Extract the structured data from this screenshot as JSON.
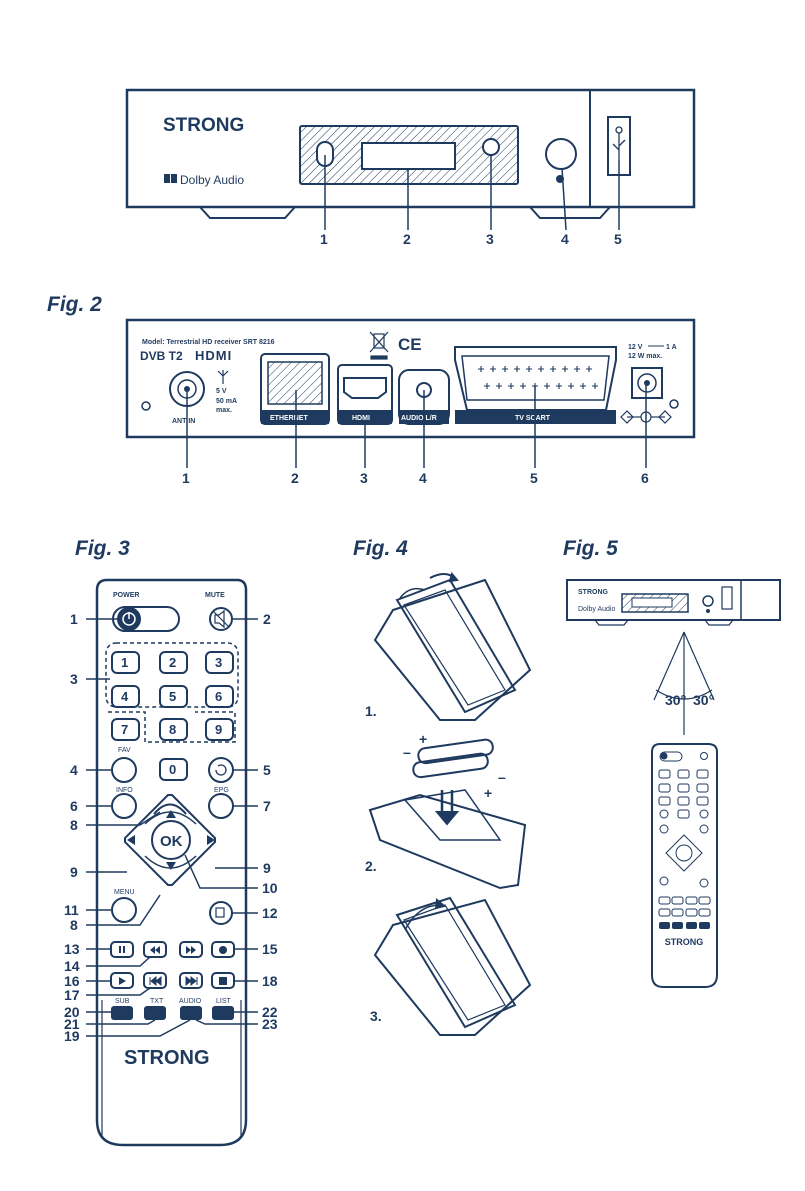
{
  "figures": {
    "fig2": "Fig. 2",
    "fig3": "Fig. 3",
    "fig4": "Fig. 4",
    "fig5": "Fig. 5"
  },
  "fig1": {
    "brand": "STRONG",
    "dolby": "Dolby Audio",
    "callouts": [
      "1",
      "2",
      "3",
      "4",
      "5"
    ]
  },
  "fig2": {
    "model": "Model: Terrestrial HD receiver SRT 8216",
    "dvb": "DVB T2",
    "hdmi_logo": "HDMI",
    "ant_in": "ANT IN",
    "ant_power": "5 V",
    "ant_current": "50 mA",
    "ant_max": "max.",
    "ports": [
      "ETHERNET",
      "HDMI",
      "AUDIO L/R",
      "TV SCART"
    ],
    "power_spec_1": "12 V",
    "power_spec_1b": "1 A",
    "power_spec_2": "12 W max.",
    "ce": "CE",
    "callouts": [
      "1",
      "2",
      "3",
      "4",
      "5",
      "6"
    ]
  },
  "remote": {
    "power": "POWER",
    "mute": "MUTE",
    "digits": [
      "1",
      "2",
      "3",
      "4",
      "5",
      "6",
      "7",
      "8",
      "9",
      "0"
    ],
    "fav": "FAV",
    "info": "INFO",
    "epg": "EPG",
    "ok": "OK",
    "menu": "MENU",
    "sub": "SUB",
    "txt": "TXT",
    "audio": "AUDIO",
    "list": "LIST",
    "brand": "STRONG",
    "callouts_left": [
      "1",
      "3",
      "4",
      "6",
      "8",
      "9",
      "11",
      "8",
      "13",
      "14",
      "16",
      "17",
      "20",
      "21",
      "19"
    ],
    "callouts_right": [
      "2",
      "5",
      "7",
      "9",
      "10",
      "12",
      "15",
      "18",
      "22",
      "23"
    ]
  },
  "fig4": {
    "steps": [
      "1.",
      "2.",
      "3."
    ]
  },
  "fig5": {
    "angle_left": "30°",
    "angle_right": "30°"
  }
}
